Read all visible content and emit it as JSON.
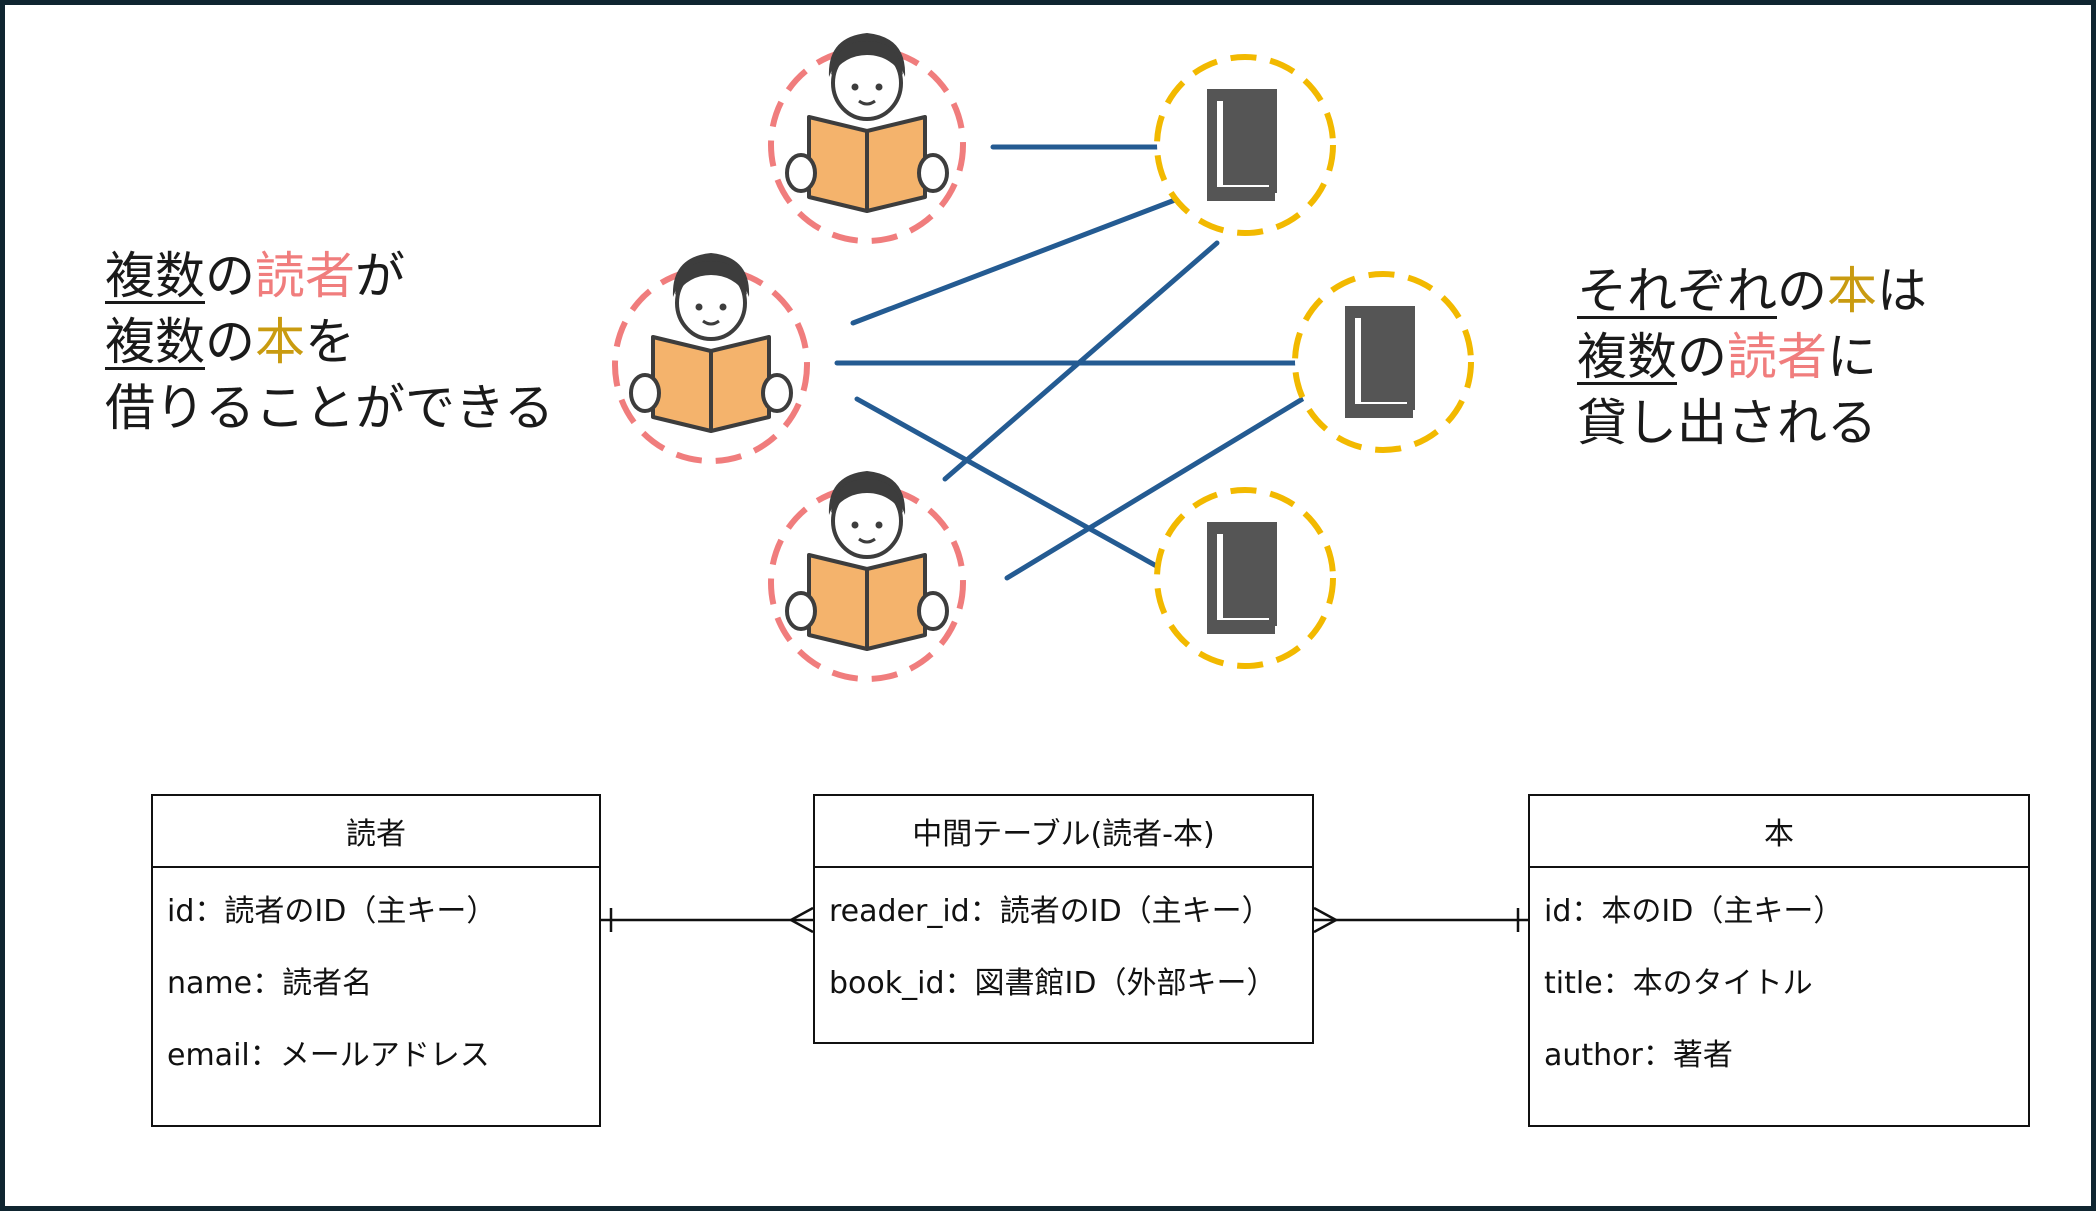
{
  "left_caption": {
    "line1": {
      "w1": "複数",
      "w2": "の",
      "w3": "読者",
      "w4": "が"
    },
    "line2": {
      "w1": "複数",
      "w2": "の",
      "w3": "本",
      "w4": "を"
    },
    "line3": "借りることができる"
  },
  "right_caption": {
    "line1": {
      "w1": "それぞれ",
      "w2": "の",
      "w3": "本",
      "w4": "は"
    },
    "line2": {
      "w1": "複数",
      "w2": "の",
      "w3": "読者",
      "w4": "に"
    },
    "line3": "貸し出される"
  },
  "colors": {
    "reader_ring": "#f07d7d",
    "book_ring": "#f2b900",
    "link_line": "#245b92",
    "reader_text": "#f07d7d",
    "book_text": "#c99b10"
  },
  "icons": {
    "reader": "person-reading-book-icon",
    "book": "book-icon"
  },
  "entities": {
    "reader": {
      "title": "読者",
      "attrs": [
        "id：読者のID（主キー）",
        "name：読者名",
        "email：メールアドレス"
      ]
    },
    "junction": {
      "title": "中間テーブル(読者-本)",
      "attrs": [
        "reader_id：読者のID（主キー）",
        "book_id：図書館ID（外部キー）"
      ]
    },
    "book": {
      "title": "本",
      "attrs": [
        "id：本のID（主キー）",
        "title：本のタイトル",
        "author：著者"
      ]
    }
  }
}
